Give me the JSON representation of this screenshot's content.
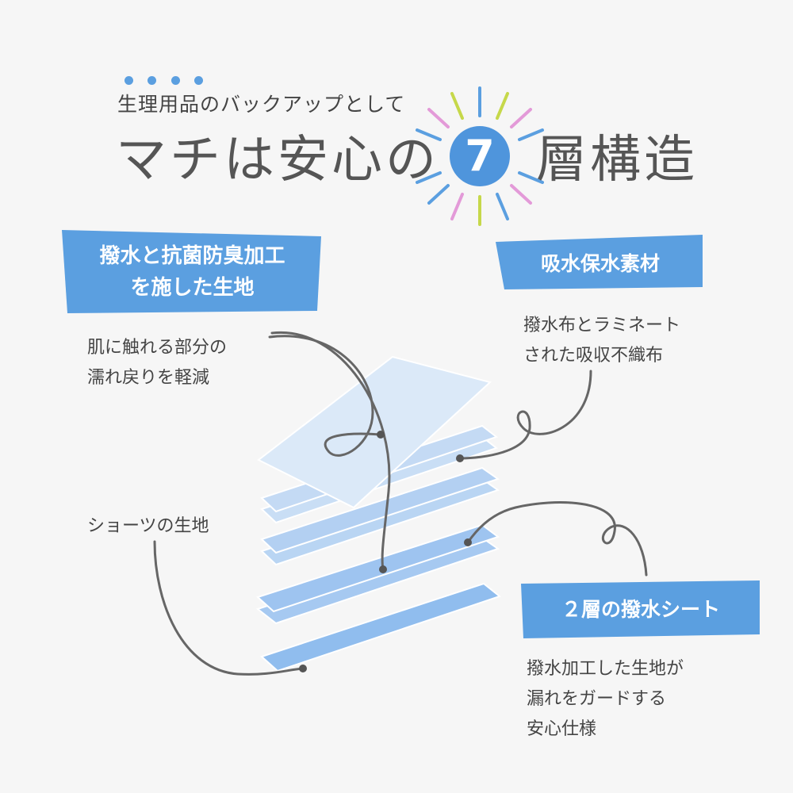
{
  "title": {
    "subtitle": "生理用品のバックアップとして",
    "main_before": "マチは安心の",
    "badge_number": "7",
    "main_after": "層構造"
  },
  "labels": {
    "top_left_banner": [
      "撥水と抗菌防臭加工",
      "を施した生地"
    ],
    "top_left_note": [
      "肌に触れる部分の",
      "濡れ戻りを軽減"
    ],
    "top_right_banner": "吸水保水素材",
    "top_right_note": [
      "撥水布とラミネート",
      "された吸収不織布"
    ],
    "left_note": "ショーツの生地",
    "bottom_right_banner": "２層の撥水シート",
    "bottom_right_note": [
      "撥水加工した生地が",
      "漏れをガードする",
      "安心仕様"
    ]
  },
  "colors": {
    "accent_blue": "#5b9fe0",
    "badge_blue": "#4f95dc",
    "ray_pink": "#e39ad8",
    "ray_green": "#c6d84a",
    "ray_blue": "#5b9fe0",
    "layer_1": "#dbe9f8",
    "layer_2": "#c9def5",
    "layer_3": "#b9d5f3",
    "layer_4": "#a6c9f1",
    "layer_5": "#90bdee",
    "line_gray": "#666666"
  },
  "icons": {
    "badge_rays": "sunburst-rays",
    "title_dots": "emphasis-dots"
  }
}
